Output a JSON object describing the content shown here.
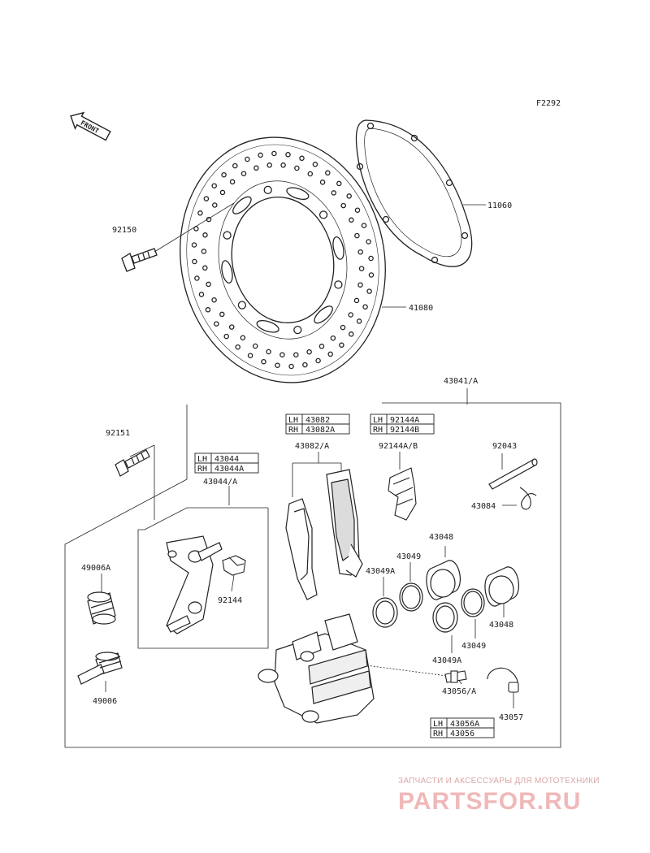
{
  "diagram": {
    "figure_code": "F2292",
    "front_label": "FRONT",
    "labels": {
      "p11060": "11060",
      "p92150": "92150",
      "p41080": "41080",
      "p43041": "43041/A",
      "p92151": "92151",
      "p43044": "43044/A",
      "p43082": "43082/A",
      "p92144ab": "92144A/B",
      "p92043": "92043",
      "p43084": "43084",
      "p49006a": "49006A",
      "p92144": "92144",
      "p43048a": "43048",
      "p43049a": "43049",
      "p43049aa": "43049A",
      "p43048b": "43048",
      "p43049b": "43049",
      "p43049ab": "43049A",
      "p49006": "49006",
      "p43056": "43056/A",
      "p43057": "43057"
    },
    "tables": {
      "t43044": [
        {
          "side": "LH",
          "part": "43044"
        },
        {
          "side": "RH",
          "part": "43044A"
        }
      ],
      "t43082": [
        {
          "side": "LH",
          "part": "43082"
        },
        {
          "side": "RH",
          "part": "43082A"
        }
      ],
      "t92144": [
        {
          "side": "LH",
          "part": "92144A"
        },
        {
          "side": "RH",
          "part": "92144B"
        }
      ],
      "t43056": [
        {
          "side": "LH",
          "part": "43056A"
        },
        {
          "side": "RH",
          "part": "43056"
        }
      ]
    }
  },
  "watermark": {
    "tagline": "ЗАПЧАСТИ И АКСЕССУАРЫ ДЛЯ МОТОТЕХНИКИ",
    "brand": "PARTSFOR.RU"
  }
}
